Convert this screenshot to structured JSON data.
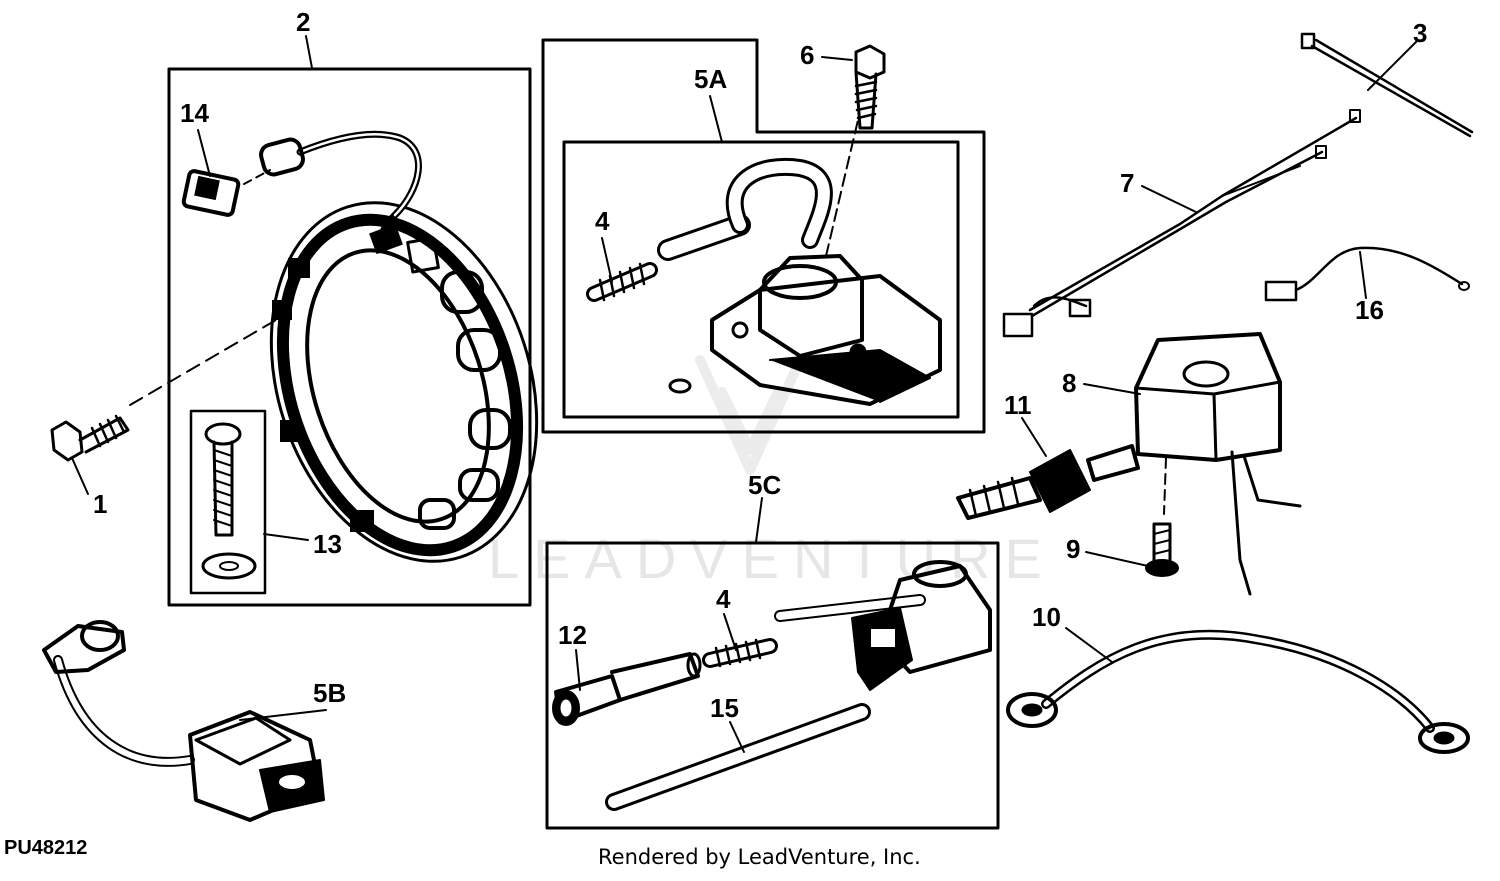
{
  "figure_id": "PU48212",
  "footer": "Rendered by LeadVenture, Inc.",
  "watermark": "LEADVENTURE",
  "callouts": {
    "c1": "1",
    "c2": "2",
    "c3": "3",
    "c4a": "4",
    "c4b": "4",
    "c5A": "5A",
    "c5B": "5B",
    "c5C": "5C",
    "c6": "6",
    "c7": "7",
    "c8": "8",
    "c9": "9",
    "c10": "10",
    "c11": "11",
    "c12": "12",
    "c13": "13",
    "c14": "14",
    "c15": "15",
    "c16": "16"
  }
}
